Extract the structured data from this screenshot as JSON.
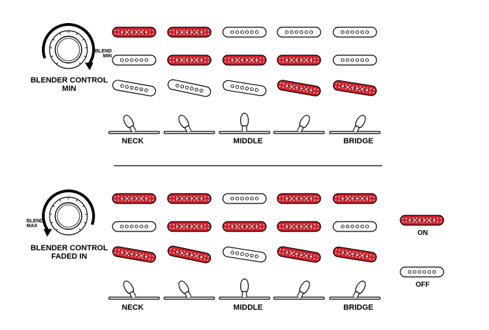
{
  "colors": {
    "on_fill": "#d0202b",
    "off_fill": "#ffffff",
    "stroke": "#000000",
    "background": "#ffffff"
  },
  "panels": [
    {
      "id": "min",
      "control_title_line1": "BLENDER CONTROL",
      "control_title_line2": "MIN",
      "knob_tag_line1": "BLEND",
      "knob_tag_line2": "MIN",
      "knob_icon": "blend-knob-icon",
      "switch_labels": {
        "neck": "NECK",
        "middle": "MIDDLE",
        "bridge": "BRIDGE"
      },
      "positions": [
        {
          "neck": "on",
          "middle": "off",
          "bridge": "off",
          "switch_tilt": "left"
        },
        {
          "neck": "on",
          "middle": "on",
          "bridge": "off",
          "switch_tilt": "left"
        },
        {
          "neck": "off",
          "middle": "on",
          "bridge": "off",
          "switch_tilt": "center"
        },
        {
          "neck": "off",
          "middle": "on",
          "bridge": "on",
          "switch_tilt": "right"
        },
        {
          "neck": "off",
          "middle": "off",
          "bridge": "on",
          "switch_tilt": "right"
        }
      ]
    },
    {
      "id": "max",
      "control_title_line1": "BLENDER CONTROL",
      "control_title_line2": "FADED IN",
      "knob_tag_line1": "BLEND",
      "knob_tag_line2": "MAX",
      "knob_icon": "blend-knob-icon",
      "switch_labels": {
        "neck": "NECK",
        "middle": "MIDDLE",
        "bridge": "BRIDGE"
      },
      "positions": [
        {
          "neck": "on",
          "middle": "off",
          "bridge": "on",
          "switch_tilt": "left"
        },
        {
          "neck": "on",
          "middle": "on",
          "bridge": "on",
          "switch_tilt": "left"
        },
        {
          "neck": "off",
          "middle": "on",
          "bridge": "off",
          "switch_tilt": "center"
        },
        {
          "neck": "on",
          "middle": "on",
          "bridge": "on",
          "switch_tilt": "right"
        },
        {
          "neck": "on",
          "middle": "off",
          "bridge": "on",
          "switch_tilt": "right"
        }
      ]
    }
  ],
  "legend": {
    "on_label": "ON",
    "off_label": "OFF",
    "on_icon": "pickup-on-icon",
    "off_icon": "pickup-off-icon"
  }
}
